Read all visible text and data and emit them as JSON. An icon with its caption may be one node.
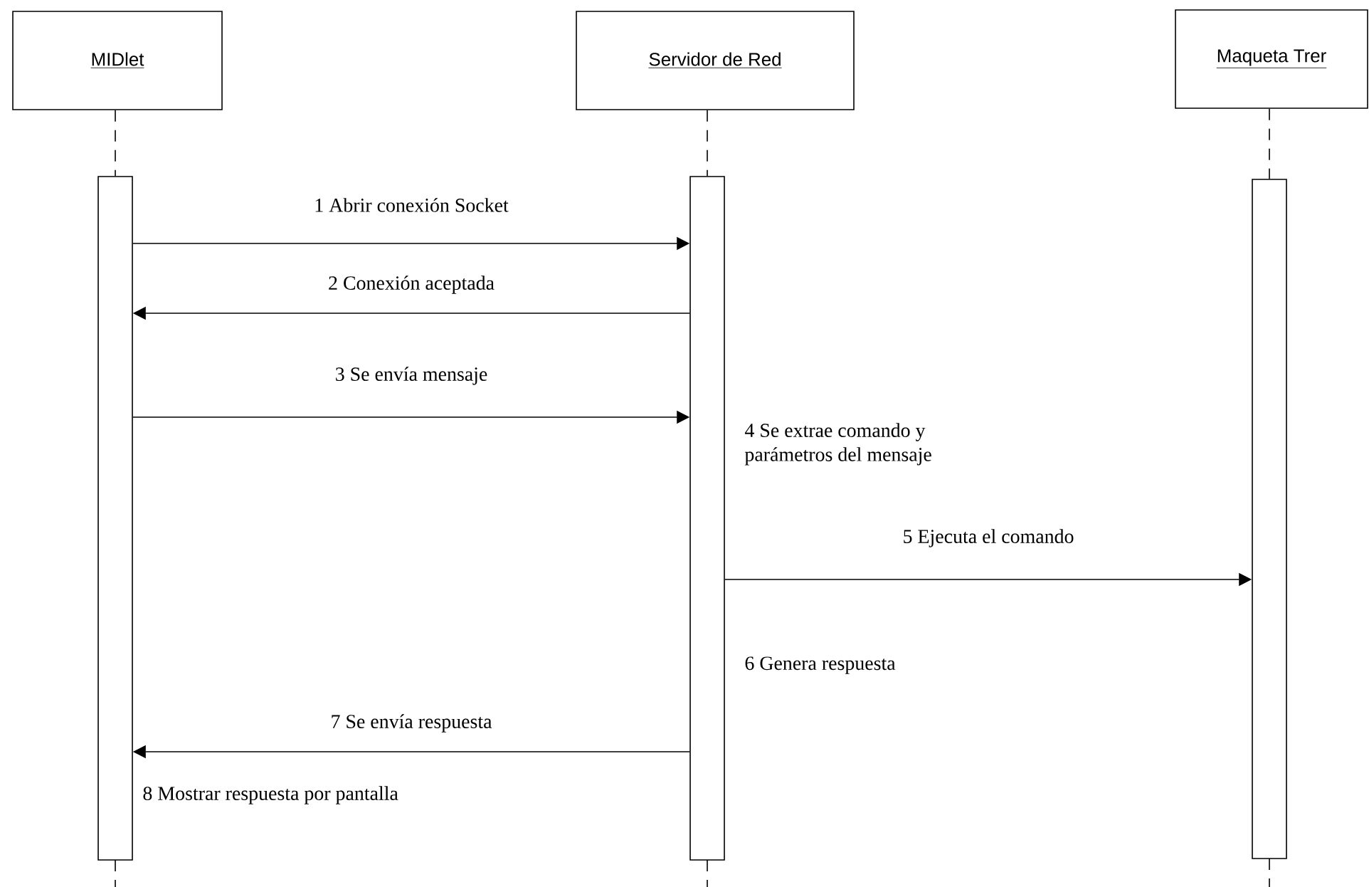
{
  "diagram": {
    "nodes": [
      {
        "text": [
          "MIDlet"
        ]
      },
      {
        "text": [
          "Servidor de Red"
        ]
      },
      {
        "text": [
          "Maqueta Trer"
        ]
      },
      {
        "text": [],
        "shape": "bar"
      },
      {
        "text": [],
        "shape": "bar"
      },
      {
        "text": [],
        "shape": "bar"
      }
    ],
    "edges": [
      {
        "from": 0,
        "to": 3,
        "arrow": "none",
        "style": "dashed"
      },
      {
        "from": 1,
        "to": 4,
        "arrow": "none",
        "style": "dashed"
      },
      {
        "from": 2,
        "to": 5,
        "arrow": "none",
        "style": "dashed"
      },
      {
        "from": 3,
        "to": 4,
        "arrow": "to",
        "label": "1 Abrir conexión Socket"
      },
      {
        "from": 4,
        "to": 3,
        "arrow": "to",
        "label": "2 Conexión aceptada"
      },
      {
        "from": 3,
        "to": 4,
        "arrow": "to",
        "label": "3 Se envía mensaje"
      },
      {
        "from": 4,
        "to": 5,
        "arrow": "to",
        "label": "5 Ejecuta el comando"
      },
      {
        "from": 4,
        "to": 3,
        "arrow": "to",
        "label": "7 Se envía respuesta"
      }
    ],
    "labels": [
      "4 Se extrae comando y parámetros del mensaje",
      "6 Genera respuesta",
      "8 Mostrar respuesta por pantalla"
    ]
  }
}
